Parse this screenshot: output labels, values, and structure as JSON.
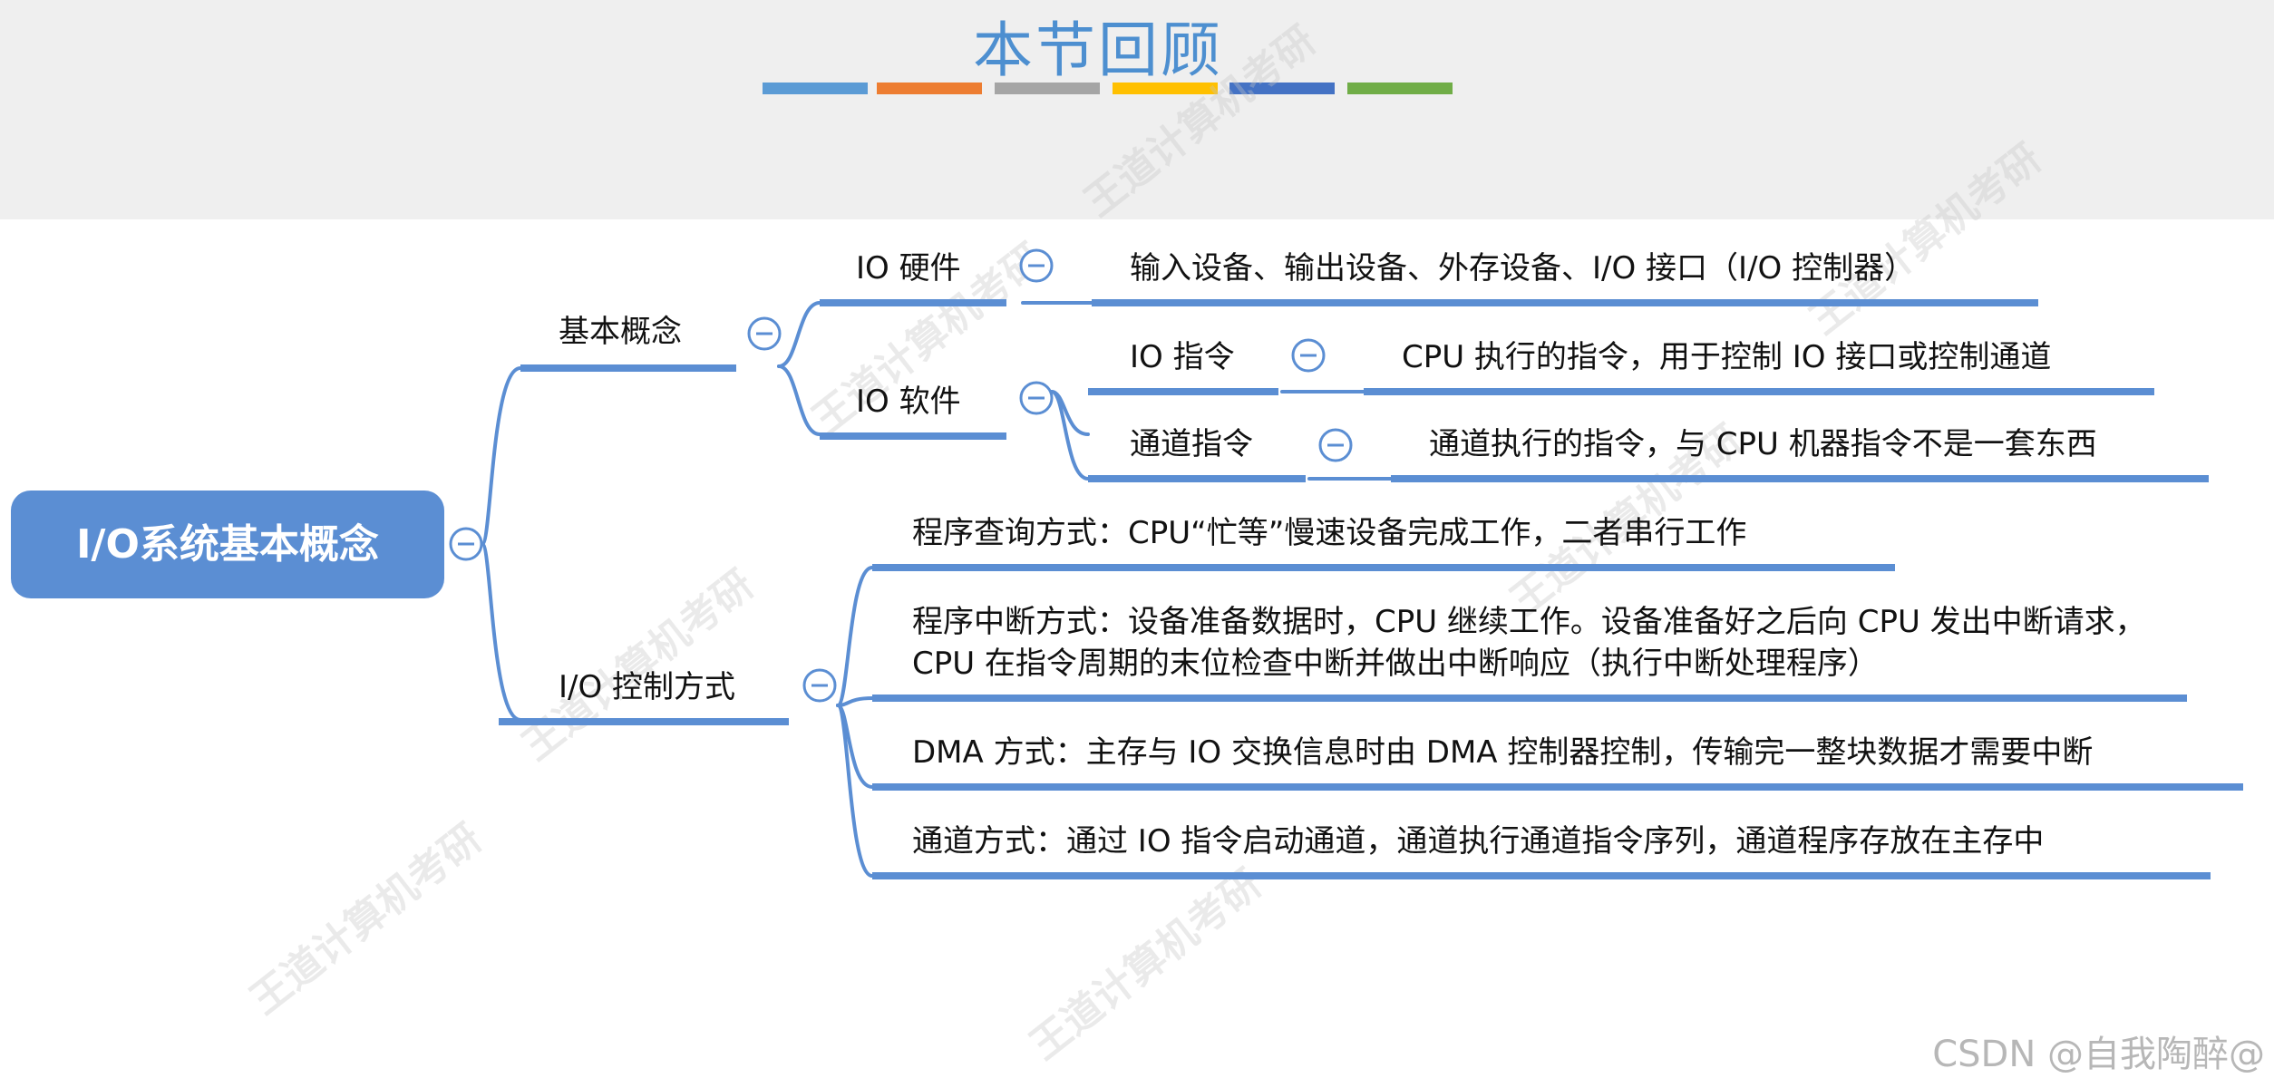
{
  "title": "本节回顾",
  "title_bar_colors": [
    "#5b9bd5",
    "#ed7d31",
    "#a5a5a5",
    "#ffc000",
    "#4472c4",
    "#70ad47"
  ],
  "mindmap": {
    "root": "I/O系统基本概念",
    "basic": {
      "label": "基本概念",
      "hardware": {
        "label": "IO 硬件",
        "detail": "输入设备、输出设备、外存设备、I/O 接口（I/O 控制器）"
      },
      "software": {
        "label": "IO 软件",
        "io_instruction": {
          "label": "IO 指令",
          "detail": "CPU 执行的指令，用于控制 IO 接口或控制通道"
        },
        "channel_instruction": {
          "label": "通道指令",
          "detail": "通道执行的指令，与 CPU 机器指令不是一套东西"
        }
      }
    },
    "control": {
      "label": "I/O 控制方式",
      "methods": [
        "程序查询方式：CPU“忙等”慢速设备完成工作，二者串行工作",
        "程序中断方式：设备准备数据时，CPU 继续工作。设备准备好之后向 CPU 发出中断请求，CPU 在指令周期的末位检查中断并做出中断响应（执行中断处理程序）",
        "DMA 方式：主存与 IO 交换信息时由 DMA 控制器控制，传输完一整块数据才需要中断",
        "通道方式：通过 IO 指令启动通道，通道执行通道指令序列，通道程序存放在主存中"
      ]
    },
    "line_color": "#5b8ed3"
  },
  "credit": "CSDN @自我陶醉@",
  "watermark_text": "王道计算机考研"
}
